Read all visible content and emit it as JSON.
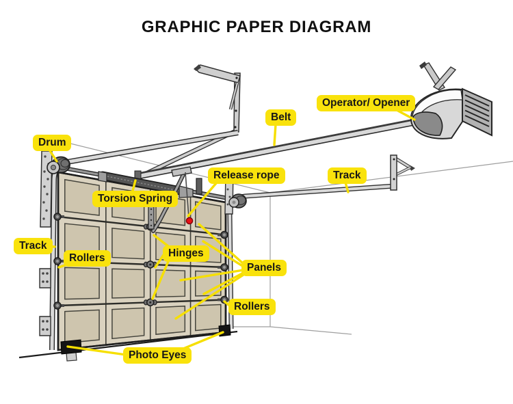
{
  "title": "GRAPHIC PAPER DIAGRAM",
  "labels": {
    "drum": "Drum",
    "torsion_spring": "Torsion Spring",
    "release_rope": "Release rope",
    "belt": "Belt",
    "operator_opener": "Operator/ Opener",
    "track_right": "Track",
    "track_left": "Track",
    "rollers_left": "Rollers",
    "hinges": "Hinges",
    "panels": "Panels",
    "rollers_right": "Rollers",
    "photo_eyes": "Photo Eyes"
  },
  "colors": {
    "label_bg": "#F9E20C",
    "leader": "#F6DF00",
    "door_face": "#DAD2BF",
    "panel_fill": "#CEC5AE",
    "metal": "#D9D9D9",
    "release_ball": "#E81016"
  }
}
